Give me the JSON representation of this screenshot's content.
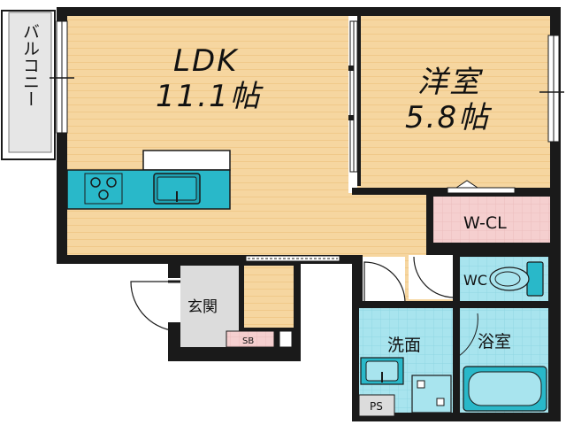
{
  "rooms": {
    "ldk": {
      "name": "LDK",
      "size": "11.1帖"
    },
    "western": {
      "name": "洋室",
      "size": "5.8帖"
    },
    "wcl": {
      "name": "W-CL"
    },
    "wc": {
      "name": "WC"
    },
    "bath": {
      "name": "浴室"
    },
    "washroom": {
      "name": "洗面"
    },
    "entrance": {
      "name": "玄関"
    },
    "balcony": {
      "name": "バルコニー"
    },
    "sb": {
      "name": "SB"
    },
    "ps": {
      "name": "PS"
    }
  },
  "colors": {
    "floor_wood": "#f6d6a0",
    "wood_stripe": "#f0c98a",
    "wall": "#1a1a1a",
    "closet": "#f5cfcf",
    "wet_area": "#a8e4ee",
    "kitchen": "#29b8c9",
    "entrance_floor": "#dcdcdc",
    "balcony": "#e6e6e6"
  },
  "icons": [
    "stove-icon",
    "sink-icon",
    "toilet-icon",
    "bathtub-icon",
    "washbasin-icon",
    "washing-machine-icon",
    "door-swing-icon"
  ]
}
